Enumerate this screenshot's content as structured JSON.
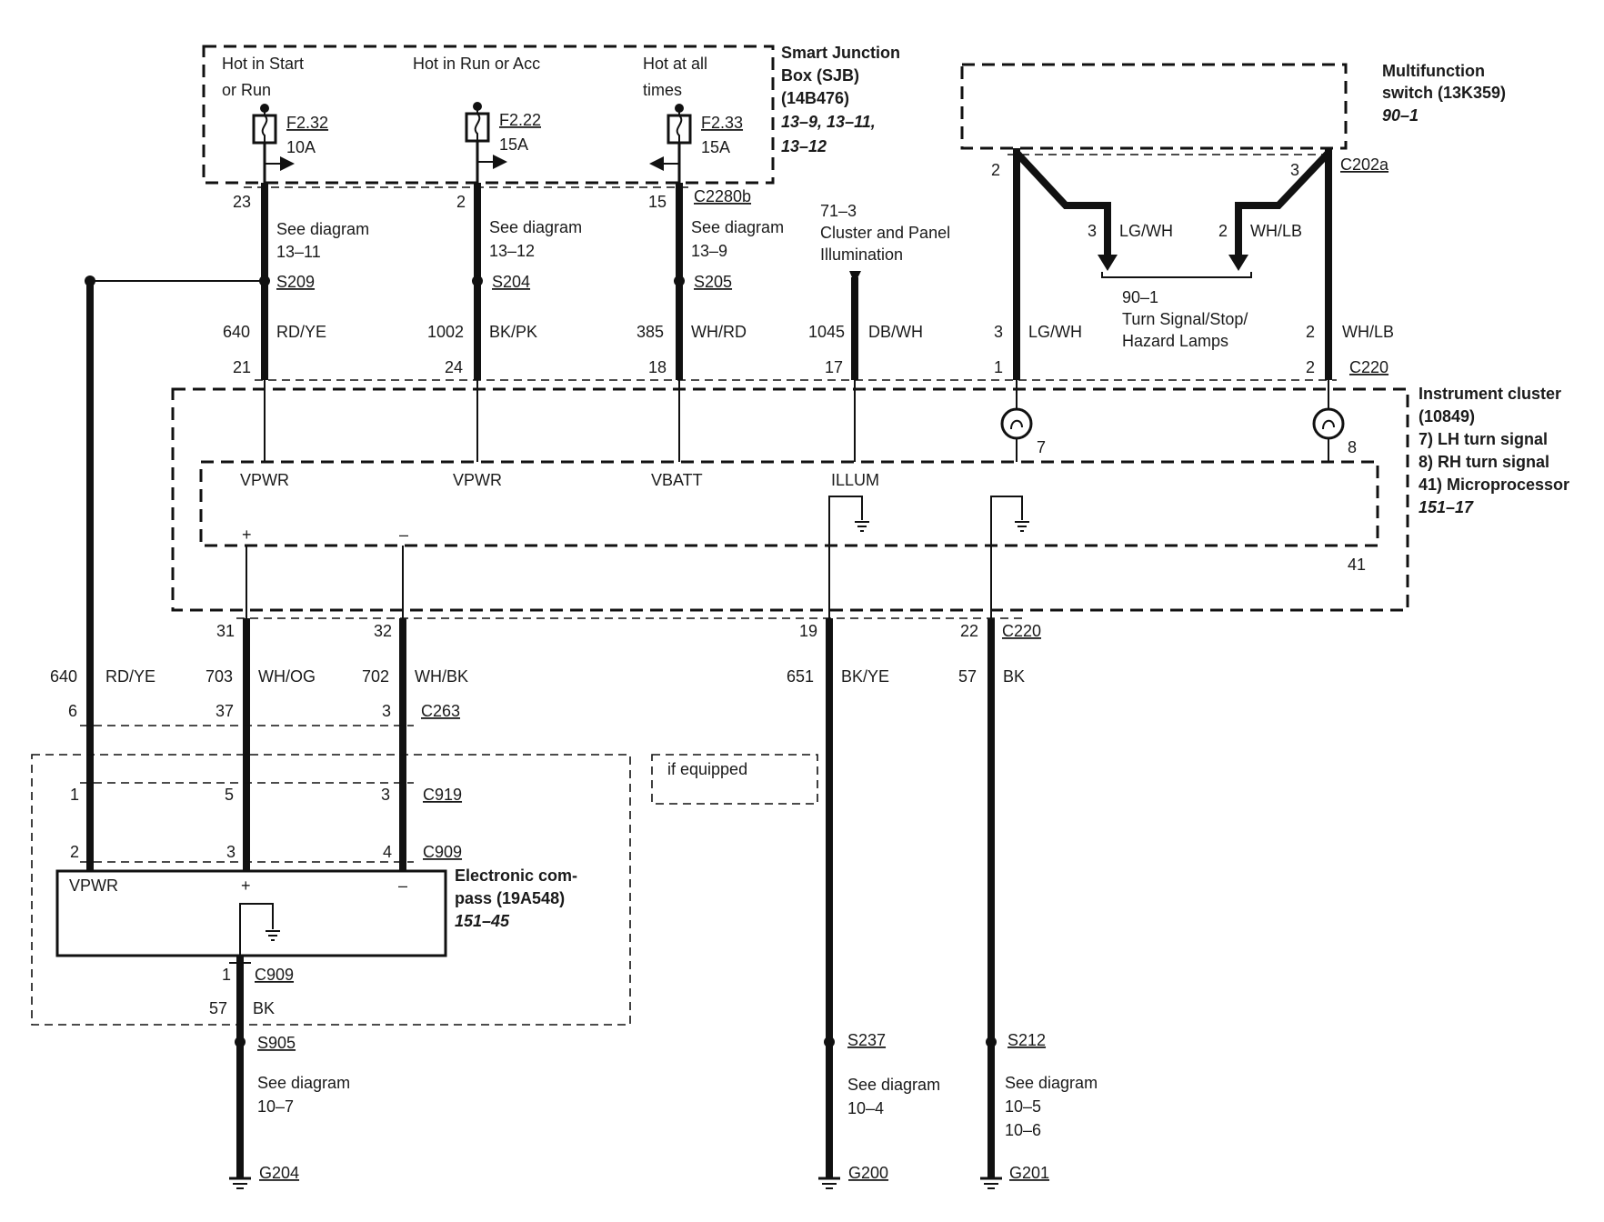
{
  "sjb": {
    "title": [
      "Smart Junction",
      "Box (SJB)",
      "(14B476)"
    ],
    "refs": [
      "13–9, 13–11,",
      "13–12"
    ],
    "hot1": [
      "Hot in Start",
      "or Run"
    ],
    "hot2": "Hot in Run or Acc",
    "hot3": [
      "Hot at all",
      "times"
    ],
    "fuses": [
      {
        "id": "F2.32",
        "amp": "10A"
      },
      {
        "id": "F2.22",
        "amp": "15A"
      },
      {
        "id": "F2.33",
        "amp": "15A"
      }
    ],
    "connector": "C2280b"
  },
  "mfs": {
    "title": [
      "Multifunction",
      "switch (13K359)"
    ],
    "ref": "90–1",
    "connector": "C202a",
    "pins": [
      "2",
      "3"
    ]
  },
  "turn_signal": {
    "left_pin": "3",
    "left_color": "LG/WH",
    "right_pin": "2",
    "right_color": "WH/LB",
    "ref": "90–1",
    "label": [
      "Turn Signal/Stop/",
      "Hazard Lamps"
    ]
  },
  "cluster_ill": {
    "ref": "71–3",
    "label": [
      "Cluster and Panel",
      "Illumination"
    ]
  },
  "upper_wires": [
    {
      "pin_top": "23",
      "see": [
        "See diagram",
        "13–11"
      ],
      "splice": "S209",
      "circuit": "640",
      "color": "RD/YE",
      "pin_bottom": "21"
    },
    {
      "pin_top": "2",
      "see": [
        "See diagram",
        "13–12"
      ],
      "splice": "S204",
      "circuit": "1002",
      "color": "BK/PK",
      "pin_bottom": "24"
    },
    {
      "pin_top": "15",
      "see": [
        "See diagram",
        "13–9"
      ],
      "splice": "S205",
      "circuit": "385",
      "color": "WH/RD",
      "pin_bottom": "18"
    },
    {
      "circuit": "1045",
      "color": "DB/WH",
      "pin_bottom": "17"
    },
    {
      "circuit": "3",
      "color": "LG/WH",
      "pin_bottom": "1"
    },
    {
      "circuit": "2",
      "color": "WH/LB",
      "pin_bottom": "2"
    }
  ],
  "c220_top": "C220",
  "cluster": {
    "title": [
      "Instrument cluster",
      "(10849)"
    ],
    "items": [
      "7)   LH turn signal",
      "8)   RH turn signal",
      "41) Microprocessor"
    ],
    "ref": "151–17",
    "lamp_pins": [
      "7",
      "8"
    ],
    "micro_pin": "41",
    "labels": [
      "VPWR",
      "VPWR",
      "VBATT",
      "ILLUM"
    ],
    "plus": "+",
    "minus": "–"
  },
  "lower_wires": [
    {
      "pin": "31",
      "circuit": "703",
      "color": "WH/OG"
    },
    {
      "pin": "32",
      "circuit": "702",
      "color": "WH/BK"
    },
    {
      "pin": "19",
      "circuit": "651",
      "color": "BK/YE"
    },
    {
      "pin": "22",
      "circuit": "57",
      "color": "BK"
    }
  ],
  "c220_bottom": "C220",
  "left_wire": {
    "circuit": "640",
    "color": "RD/YE"
  },
  "c263": {
    "label": "C263",
    "pins": [
      "6",
      "37",
      "3"
    ]
  },
  "c919": {
    "label": "C919",
    "pins": [
      "1",
      "5",
      "3"
    ]
  },
  "c909": {
    "label": "C909",
    "pins": [
      "2",
      "3",
      "4"
    ]
  },
  "if_equipped": "if equipped",
  "compass": {
    "title": [
      "Electronic com-",
      "pass (19A548)"
    ],
    "ref": "151–45",
    "vpwr": "VPWR",
    "plus": "+",
    "minus": "–"
  },
  "compass_ground": {
    "pin": "1",
    "connector": "C909",
    "circuit": "57",
    "color": "BK",
    "splice": "S905",
    "see": [
      "See diagram",
      "10–7"
    ],
    "ground": "G204"
  },
  "ground_mid": {
    "splice": "S237",
    "see": [
      "See diagram",
      "10–4"
    ],
    "ground": "G200"
  },
  "ground_right": {
    "splice": "S212",
    "see": [
      "See diagram",
      "10–5",
      "10–6"
    ],
    "ground": "G201"
  }
}
